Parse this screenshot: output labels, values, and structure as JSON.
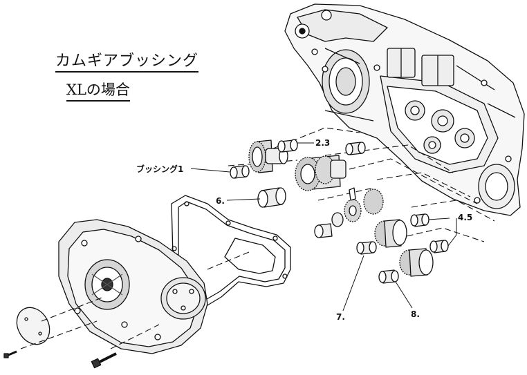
{
  "headings": {
    "title": "カムギアブッシング",
    "subtitle": "XLの場合"
  },
  "callouts": {
    "bushing_1": "ブッシング1",
    "c_2_3": "2.3",
    "c_4_5": "4.5",
    "c_6": "6.",
    "c_7": "7.",
    "c_8": "8."
  }
}
